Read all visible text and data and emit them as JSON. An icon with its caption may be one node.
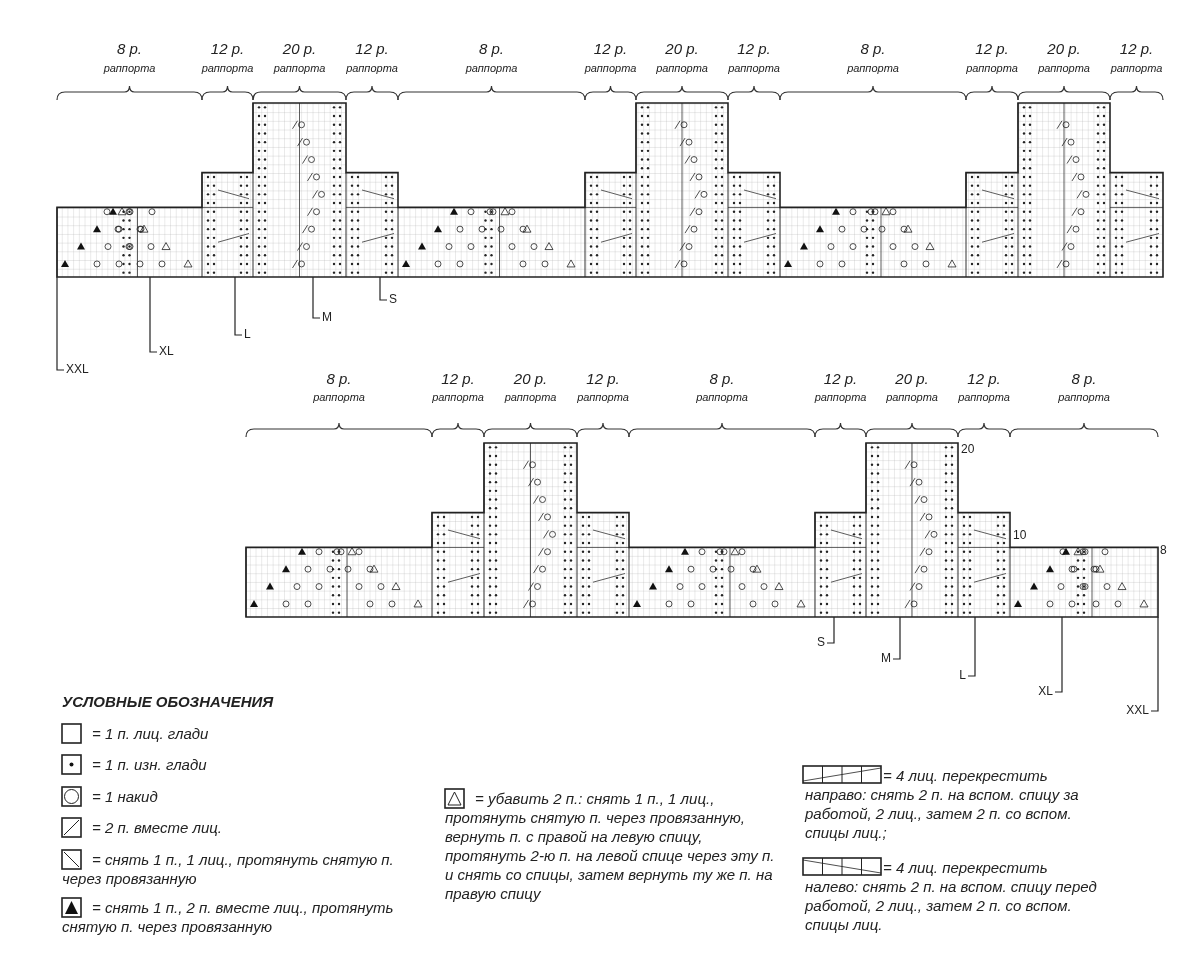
{
  "diagram": {
    "nodes": [
      {
        "text": [],
        "shape": "grid"
      },
      {
        "text": [
          "S"
        ]
      },
      {
        "text": [
          "M"
        ]
      },
      {
        "text": [
          "L"
        ]
      },
      {
        "text": [
          "XL"
        ]
      },
      {
        "text": [
          "XXL"
        ]
      },
      {
        "text": [],
        "shape": "grid"
      },
      {
        "text": [
          "S"
        ]
      },
      {
        "text": [
          "M"
        ]
      },
      {
        "text": [
          "L"
        ]
      },
      {
        "text": [
          "XL"
        ]
      },
      {
        "text": [
          "XXL"
        ]
      }
    ],
    "edges": [
      {
        "from": 1,
        "to": 0,
        "arrow": "none"
      },
      {
        "from": 2,
        "to": 0,
        "arrow": "none"
      },
      {
        "from": 3,
        "to": 0,
        "arrow": "none"
      },
      {
        "from": 4,
        "to": 0,
        "arrow": "none"
      },
      {
        "from": 5,
        "to": 0,
        "arrow": "none"
      },
      {
        "from": 7,
        "to": 6,
        "arrow": "none"
      },
      {
        "from": 8,
        "to": 6,
        "arrow": "none"
      },
      {
        "from": 9,
        "to": 6,
        "arrow": "none"
      },
      {
        "from": 10,
        "to": 6,
        "arrow": "none"
      },
      {
        "from": 11,
        "to": 6,
        "arrow": "none"
      }
    ],
    "labels": [
      "8 р.",
      "раппорта",
      "12 р.",
      "раппорта",
      "20 р.",
      "раппорта",
      "12 р.",
      "раппорта",
      "8 р.",
      "раппорта",
      "12 р.",
      "раппорта",
      "20 р.",
      "раппорта",
      "12 р.",
      "раппорта",
      "8 р.",
      "раппорта",
      "12 р.",
      "раппорта",
      "20 р.",
      "раппорта",
      "12 р.",
      "раппорта",
      "8 р.",
      "раппорта",
      "12 р.",
      "раппорта",
      "20 р.",
      "раппорта",
      "12 р.",
      "раппорта",
      "8 р.",
      "раппорта",
      "12 р.",
      "раппорта",
      "20 р.",
      "раппорта",
      "12 р.",
      "раппорта",
      "8 р.",
      "раппорта",
      "20",
      "10",
      "8",
      "УСЛОВНЫЕ ОБОЗНАЧЕНИЯ"
    ],
    "legend": [
      {
        "text": "= 1 п. лиц. глади"
      },
      {
        "text": "= 1 п. изн. глади"
      },
      {
        "text": "= 1 накид"
      },
      {
        "text": "= 2 п. вместе лиц."
      },
      {
        "text": "= снять 1 п., 1 лиц., протянуть снятую п. через провязанную"
      },
      {
        "text": "= снять 1 п., 2 п. вместе лиц., протянуть снятую п. через провязанную"
      },
      {
        "text": "= убавить 2 п.: снять 1 п., 1 лиц., протянуть снятую п. через провязанную, вернуть п. с правой на левую спицу, протянуть 2-ю п. на левой спице через эту п. и снять со спицы, затем вернуть ту же п. на правую спицу"
      },
      {
        "text": "= 4 лиц. перекрестить направо: снять 2 п. на вспом. спицу за работой, 2 лиц., затем 2 п. со вспом. спицы лиц.;"
      },
      {
        "text": "= 4 лиц. перекрестить налево: снять 2 п. на вспом. спицу перед работой, 2 лиц., затем 2 п. со вспом. спицы лиц."
      }
    ]
  }
}
